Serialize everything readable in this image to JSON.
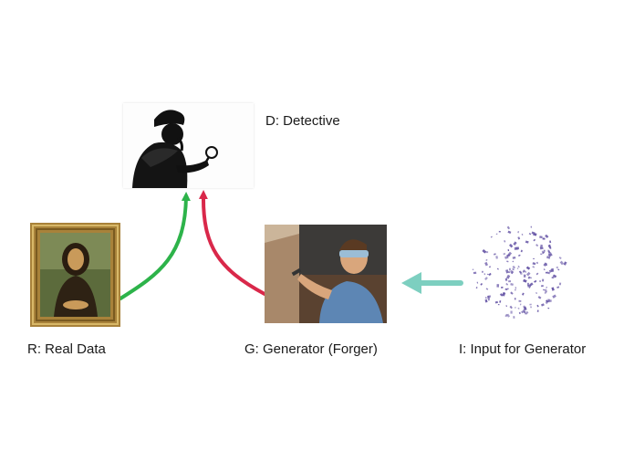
{
  "diagram": {
    "detective": {
      "label": "D: Detective"
    },
    "real": {
      "label": "R: Real Data"
    },
    "generator": {
      "label": "G: Generator (Forger)"
    },
    "input": {
      "label": "I: Input for Generator"
    }
  },
  "colors": {
    "real_arrow": "#2db34a",
    "fake_arrow": "#d9284a",
    "input_arrow": "#7dcfc0",
    "noise_dots": "#6a5aa8",
    "frame_gold": "#b08a3a"
  },
  "icons": {
    "detective": "detective-silhouette-image",
    "real": "mona-lisa-painting-image",
    "generator": "blindfolded-painter-image",
    "input": "noise-sphere-image"
  }
}
